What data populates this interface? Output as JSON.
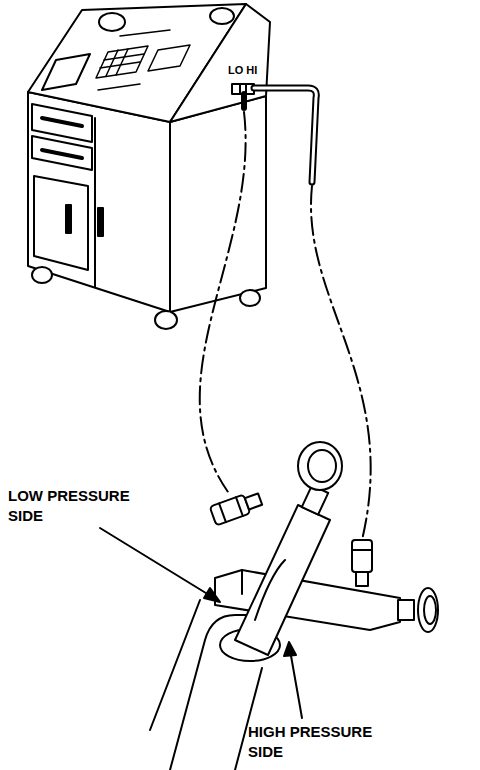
{
  "diagram": {
    "labels": [
      "LOW PRESSURE SIDE",
      "HIGH PRESSURE SIDE",
      "LO HI"
    ]
  }
}
